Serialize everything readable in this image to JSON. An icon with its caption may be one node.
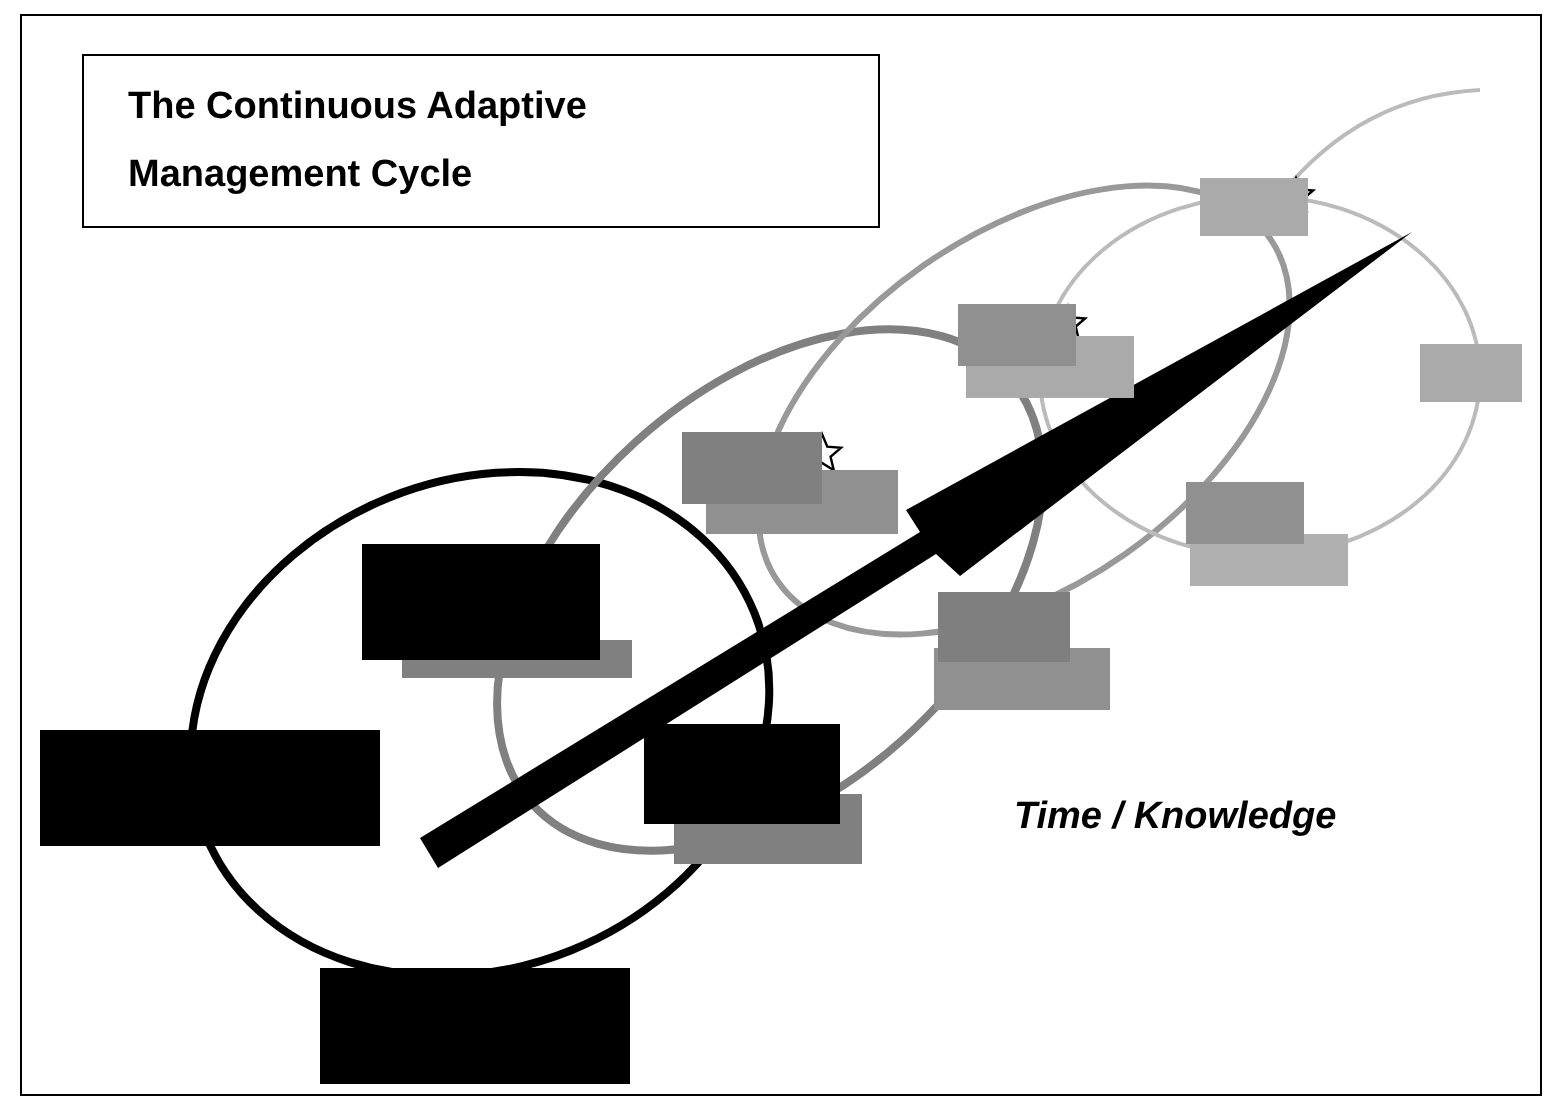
{
  "diagram": {
    "title": "The Continuous Adaptive Management Cycle",
    "nodes": [
      {
        "text": [],
        "shape": "box"
      },
      {
        "text": [],
        "shape": "box"
      },
      {
        "text": [],
        "shape": "box"
      },
      {
        "text": [],
        "shape": "box"
      },
      {
        "text": [],
        "shape": "box"
      },
      {
        "text": [],
        "shape": "box"
      },
      {
        "text": [],
        "shape": "box"
      },
      {
        "text": [],
        "shape": "box"
      },
      {
        "text": [],
        "shape": "box"
      },
      {
        "text": [],
        "shape": "box"
      },
      {
        "text": [],
        "shape": "box"
      },
      {
        "text": [],
        "shape": "box"
      },
      {
        "text": [],
        "shape": "box"
      },
      {
        "text": [],
        "shape": "box"
      },
      {
        "text": [],
        "shape": "box"
      },
      {
        "text": [],
        "shape": "box"
      }
    ],
    "labels": [
      "Time / Knowledge"
    ]
  }
}
